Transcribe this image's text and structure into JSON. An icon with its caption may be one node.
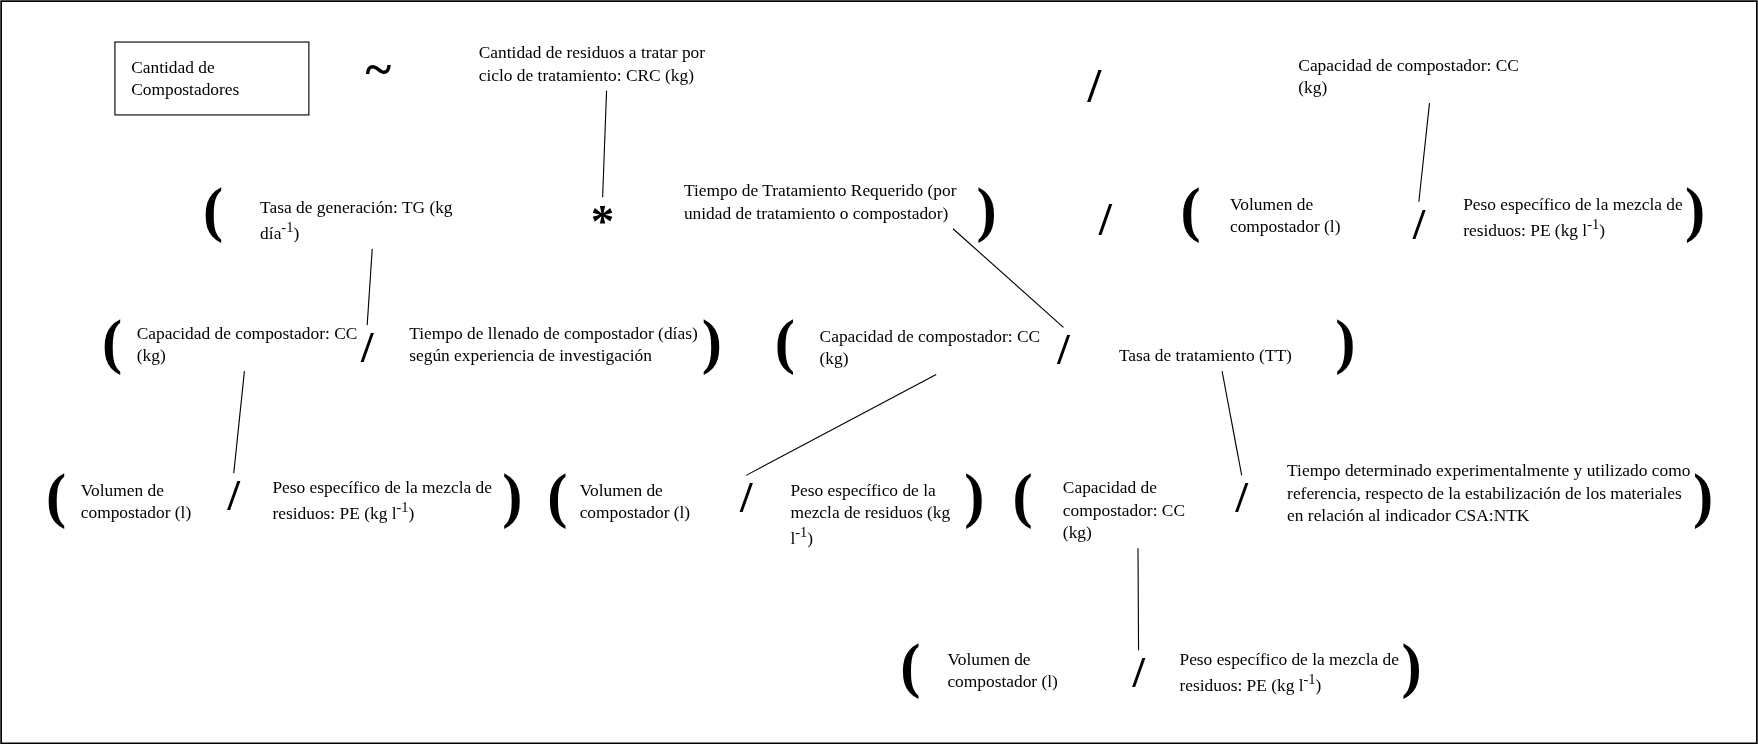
{
  "diagram": {
    "nodes": [
      {
        "text": [
          "Cantidad de Compostadores"
        ]
      },
      {
        "text": [
          "Cantidad de residuos a tratar por ciclo de tratamiento: CRC (kg)"
        ]
      },
      {
        "text": [
          "Capacidad de compostador: CC (kg)"
        ]
      },
      {
        "text": [
          "Tasa de generación: TG (kg día$^{-1}$)"
        ]
      },
      {
        "text": [
          "*"
        ]
      },
      {
        "text": [
          "Tiempo de Tratamiento Requerido (por unidad de tratamiento o compostador)"
        ]
      },
      {
        "text": [
          "Volumen de compostador (l)"
        ]
      },
      {
        "text": [
          "/"
        ]
      },
      {
        "text": [
          "Peso específico de la mezcla de residuos: PE (kg l$^{-1}$)"
        ]
      },
      {
        "text": [
          "Capacidad de compostador: CC (kg)"
        ]
      },
      {
        "text": [
          "/"
        ]
      },
      {
        "text": [
          "Tiempo de llenado de compostador (días) según experiencia de investigación"
        ]
      },
      {
        "text": [
          "Capacidad de compostador: CC (kg)"
        ]
      },
      {
        "text": [
          "/"
        ]
      },
      {
        "text": [
          "Tasa de tratamiento (TT)"
        ]
      },
      {
        "text": [
          "Volumen de compostador (l)"
        ]
      },
      {
        "text": [
          "/"
        ]
      },
      {
        "text": [
          "Peso específico de la mezcla de residuos: PE (kg l$^{-1}$)"
        ]
      },
      {
        "text": [
          "Volumen de compostador (l)"
        ]
      },
      {
        "text": [
          "/"
        ]
      },
      {
        "text": [
          "Peso específico de la mezcla de residuos (kg l$^{-1}$)"
        ]
      },
      {
        "text": [
          "Capacidad de compostador: CC (kg)"
        ]
      },
      {
        "text": [
          "/"
        ]
      },
      {
        "text": [
          "Tiempo determinado experimentalmente y utilizado como referencia, respecto de la estabilización de los materiales en relación al indicador CSA:NTK"
        ]
      },
      {
        "text": [
          "Volumen de compostador (l)"
        ]
      },
      {
        "text": [
          "/"
        ]
      },
      {
        "text": [
          "Peso específico de la mezcla de residuos: PE (kg l$^{-1}$)"
        ]
      }
    ],
    "edges": [
      {
        "from": 1,
        "to": 4,
        "arrow": "none"
      },
      {
        "from": 2,
        "to": 7,
        "arrow": "none"
      },
      {
        "from": 3,
        "to": 10,
        "arrow": "none"
      },
      {
        "from": 5,
        "to": 13,
        "arrow": "none"
      },
      {
        "from": 9,
        "to": 16,
        "arrow": "none"
      },
      {
        "from": 12,
        "to": 19,
        "arrow": "none"
      },
      {
        "from": 14,
        "to": 22,
        "arrow": "none"
      },
      {
        "from": 21,
        "to": 25,
        "arrow": "none"
      }
    ],
    "labels": [
      "~",
      "/",
      "(",
      ")",
      "/",
      "(",
      ")",
      "(",
      ")",
      "(",
      ")",
      "(",
      ")",
      "(",
      ")",
      "(",
      ")",
      "(",
      ")"
    ]
  }
}
